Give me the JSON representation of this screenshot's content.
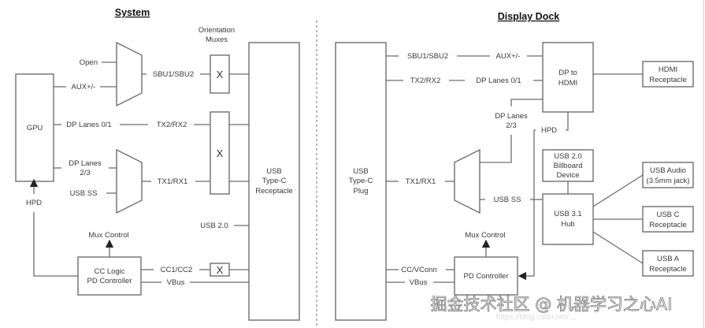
{
  "system": {
    "title": "System",
    "gpu": "GPU",
    "orientation_muxes": [
      "Orientation",
      "Muxes"
    ],
    "signals": {
      "open": "Open",
      "aux": "AUX+/-",
      "dp_lanes_01": "DP Lanes 0/1",
      "dp_lanes_23": [
        "DP Lanes",
        "2/3"
      ],
      "usb_ss": "USB SS",
      "sbu": "SBU1/SBU2",
      "tx2rx2": "TX2/RX2",
      "tx1rx1": "TX1/RX1",
      "usb20": "USB 2.0",
      "cc": "CC1/CC2",
      "vbus": "VBus",
      "hpd": "HPD",
      "mux_control": "Mux Control"
    },
    "x_mark": "X",
    "cc_logic": [
      "CC Logic",
      "PD Controller"
    ],
    "receptacle": [
      "USB",
      "Type-C",
      "Receptacle"
    ]
  },
  "dock": {
    "title": "Display Dock",
    "plug": [
      "USB",
      "Type-C",
      "Plug"
    ],
    "signals": {
      "sbu": "SBU1/SBU2",
      "aux": "AUX+/-",
      "tx2rx2": "TX2/RX2",
      "dp_lanes_01": "DP Lanes 0/1",
      "dp_lanes_23": [
        "DP Lanes",
        "2/3"
      ],
      "hpd": "HPD",
      "tx1rx1": "TX1/RX1",
      "usb_ss": "USB SS",
      "mux_control": "Mux Control",
      "ccvconn": "CC/VConn",
      "vbus": "VBus"
    },
    "dp_to_hdmi": [
      "DP to",
      "HDMI"
    ],
    "hdmi": [
      "HDMI",
      "Receptacle"
    ],
    "billboard": [
      "USB 2.0",
      "Billboard",
      "Device"
    ],
    "hub": [
      "USB 3.1",
      "Hub"
    ],
    "usb_audio": [
      "USB Audio",
      "(3.5mm jack)"
    ],
    "usb_c": [
      "USB C",
      "Receptacle"
    ],
    "usb_a": [
      "USB A",
      "Receptacle"
    ]
  },
  "watermark": {
    "text": "掘金技术社区 @ 机器学习之心AI",
    "url": "https://blog.csdn.net/..."
  }
}
